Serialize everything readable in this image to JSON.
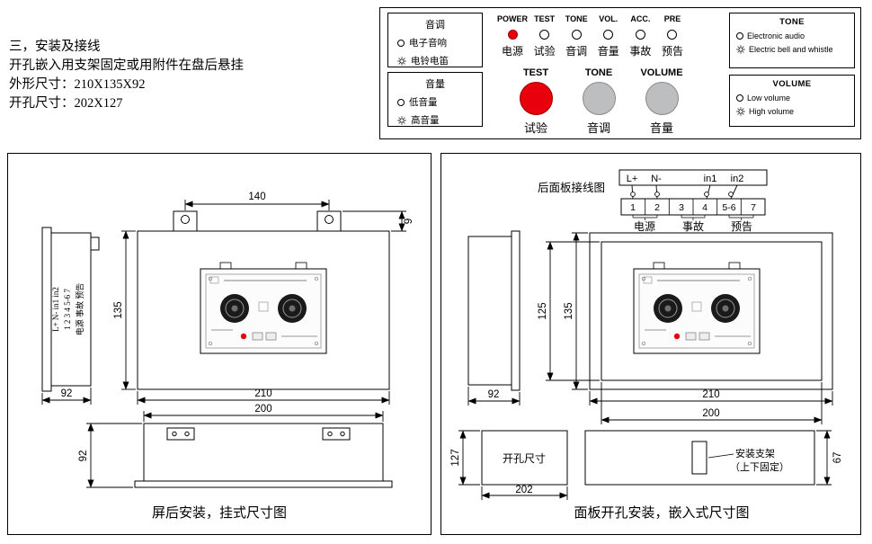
{
  "intro": {
    "heading": "三，安装及接线",
    "line2": "开孔嵌入用支架固定或用附件在盘后悬挂",
    "line3": "外形尺寸：210X135X92",
    "line4": "开孔尺寸：202X127"
  },
  "panel": {
    "groups_cn": [
      {
        "title": "音调",
        "options": [
          "电子音响",
          "电铃电笛"
        ]
      },
      {
        "title": "音量",
        "options": [
          "低音量",
          "高音量"
        ]
      }
    ],
    "groups_en": [
      {
        "title": "TONE",
        "options": [
          "Electronic audio",
          "Electric bell and whistle"
        ]
      },
      {
        "title": "VOLUME",
        "options": [
          "Low volume",
          "High volume"
        ]
      }
    ],
    "indicators": [
      {
        "en": "POWER",
        "zh": "电源",
        "state": "on"
      },
      {
        "en": "TEST",
        "zh": "试验",
        "state": "off"
      },
      {
        "en": "TONE",
        "zh": "音调",
        "state": "off"
      },
      {
        "en": "VOL.",
        "zh": "音量",
        "state": "off"
      },
      {
        "en": "ACC.",
        "zh": "事故",
        "state": "off"
      },
      {
        "en": "PRE",
        "zh": "预告",
        "state": "off"
      }
    ],
    "buttons": [
      {
        "en": "TEST",
        "zh": "试验",
        "color": "#e8000d"
      },
      {
        "en": "TONE",
        "zh": "音调",
        "color": "#bdbec0"
      },
      {
        "en": "VOLUME",
        "zh": "音量",
        "color": "#bdbec0"
      }
    ],
    "colors": {
      "led_on": "#e8000d",
      "button_red": "#e8000d",
      "button_gray": "#bdbec0"
    }
  },
  "left_drawing": {
    "caption": "屏后安装，挂式尺寸图",
    "side_row1": "L+ N-  in1 in2",
    "side_row2": "1 2 3 4 5-6 7",
    "side_row3": "电源 事故 预告",
    "dims": {
      "bracket_span": "140",
      "bracket_height": "9",
      "height": "135",
      "width": "210",
      "body_width": "200",
      "side_depth": "92",
      "depth": "92"
    }
  },
  "right_drawing": {
    "caption": "面板开孔安装，嵌入式尺寸图",
    "wiring_title": "后面板接线图",
    "terminals": {
      "tops": [
        "L+",
        "N-",
        "in1",
        "in2"
      ],
      "cells": [
        "1",
        "2",
        "3",
        "4",
        "5-6",
        "7"
      ],
      "groups": [
        "电源",
        "事故",
        "预告"
      ]
    },
    "cutout_label": "开孔尺寸",
    "bracket_label_1": "安装支架",
    "bracket_label_2": "（上下固定）",
    "dims": {
      "body_height": "125",
      "height": "135",
      "width": "210",
      "body_width": "200",
      "side_depth": "92",
      "cutout_height": "127",
      "cutout_width": "202",
      "rear_height": "67"
    }
  }
}
